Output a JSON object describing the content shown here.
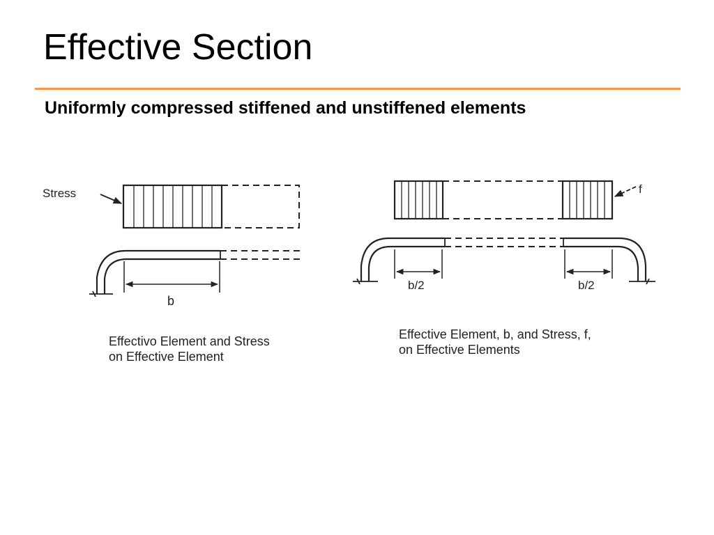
{
  "slide": {
    "title": "Effective Section",
    "subtitle": "Uniformly compressed stiffened and unstiffened elements"
  },
  "colors": {
    "accent_rule": "#F79646",
    "ink": "#222222"
  },
  "left_figure": {
    "stress_label": "Stress",
    "width_label": "b",
    "caption_line1": "Effectivo Element and Stress",
    "caption_line2": "on Effective Element"
  },
  "right_figure": {
    "stress_label": "f",
    "left_width_label": "b/2",
    "right_width_label": "b/2",
    "caption_line1": "Effective Element, b, and Stress, f,",
    "caption_line2": "on Effective Elements"
  }
}
